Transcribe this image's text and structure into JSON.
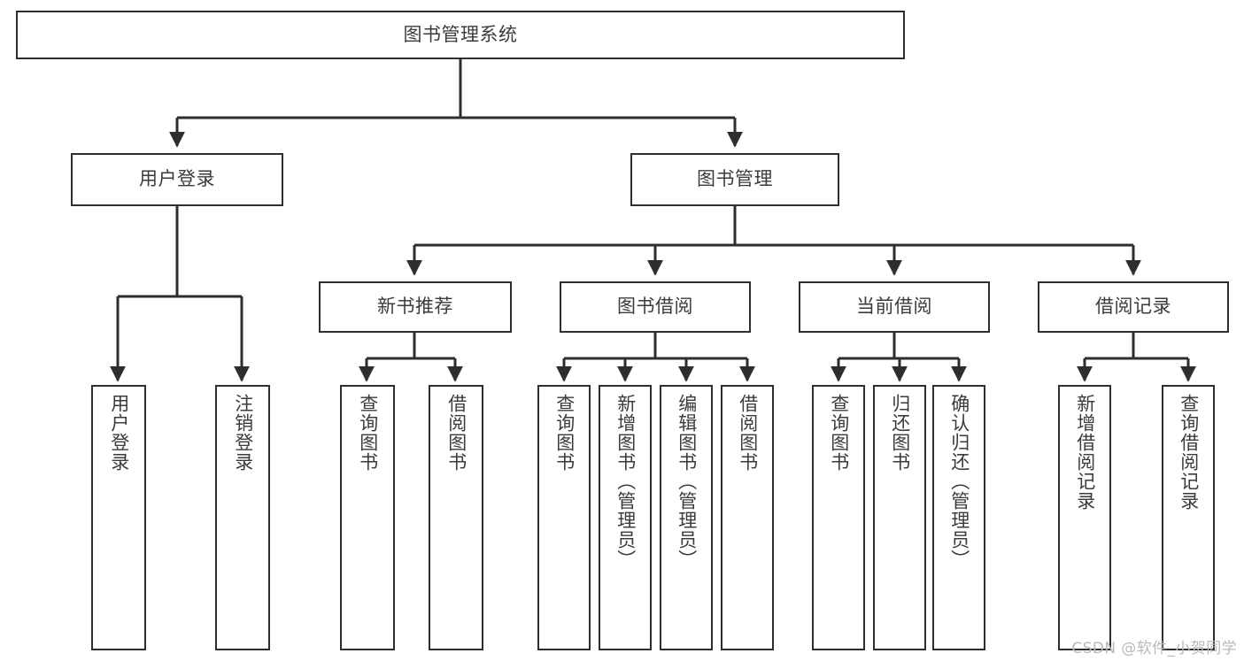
{
  "diagram": {
    "title": "图书管理系统",
    "watermark": "CSDN @软件_小贺同学",
    "stroke_color": "#2e2e2e",
    "text_color": "#3b3b3b",
    "background_color": "#ffffff",
    "root": {
      "label": "图书管理系统"
    },
    "level2": [
      {
        "label": "用户登录"
      },
      {
        "label": "图书管理"
      }
    ],
    "level3": [
      {
        "label": "新书推荐"
      },
      {
        "label": "图书借阅"
      },
      {
        "label": "当前借阅"
      },
      {
        "label": "借阅记录"
      }
    ],
    "leaves": {
      "user_login": [
        {
          "label": "用户登录"
        },
        {
          "label": "注销登录"
        }
      ],
      "new_book_recommend": [
        {
          "label": "查询图书"
        },
        {
          "label": "借阅图书"
        }
      ],
      "book_borrow": [
        {
          "label": "查询图书"
        },
        {
          "label": "新增图书（管理员）"
        },
        {
          "label": "编辑图书（管理员）"
        },
        {
          "label": "借阅图书"
        }
      ],
      "current_borrow": [
        {
          "label": "查询图书"
        },
        {
          "label": "归还图书"
        },
        {
          "label": "确认归还（管理员）"
        }
      ],
      "borrow_record": [
        {
          "label": "新增借阅记录"
        },
        {
          "label": "查询借阅记录"
        }
      ]
    }
  }
}
